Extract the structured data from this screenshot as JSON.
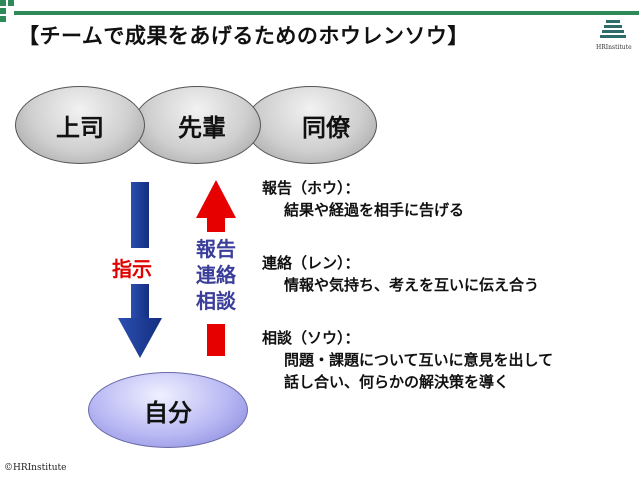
{
  "slide": {
    "title": "【チームで成果をあげるためのホウレンソウ】",
    "logo_text": "HRInstitute",
    "copyright": "©HRInstitute"
  },
  "roles": {
    "boss": "上司",
    "senior": "先輩",
    "peer": "同僚",
    "self": "自分"
  },
  "flow": {
    "down_label": "指示",
    "up_label_lines": [
      "報告",
      "連絡",
      "相談"
    ]
  },
  "definitions": [
    {
      "term": "報告（ホウ）：",
      "description": [
        "結果や経過を相手に告げる"
      ]
    },
    {
      "term": "連絡（レン）：",
      "description": [
        "情報や気持ち、考えを互いに伝え合う"
      ]
    },
    {
      "term": "相談（ソウ）：",
      "description": [
        "問題・課題について互いに意見を出して",
        "話し合い、何らかの解決策を導く"
      ]
    }
  ],
  "colors": {
    "accent_green": "#2e8b57",
    "down_arrow": "#1f3f9a",
    "up_arrow": "#e00000",
    "label_blue": "#3b3f9a"
  }
}
